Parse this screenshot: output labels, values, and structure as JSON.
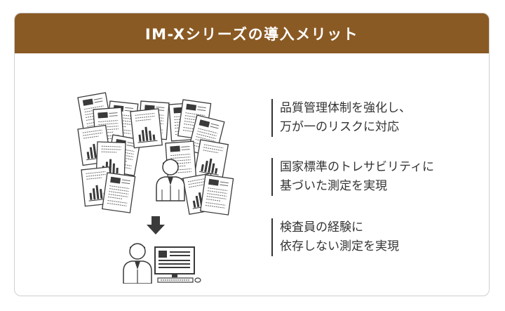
{
  "header": {
    "title": "IM-Xシリーズの導入メリット"
  },
  "points": [
    {
      "line1": "品質管理体制を強化し、",
      "line2": "万が一のリスクに対応"
    },
    {
      "line1": "国家標準のトレサビリティに",
      "line2": "基づいた測定を実現"
    },
    {
      "line1": "検査員の経験に",
      "line2": "依存しない測定を実現"
    }
  ],
  "colors": {
    "header_bg": "#8a5a24",
    "icon_dark": "#3a3a3a",
    "text": "#333333"
  },
  "icons": [
    "document-icon",
    "person-icon",
    "arrow-down-icon",
    "computer-icon"
  ]
}
